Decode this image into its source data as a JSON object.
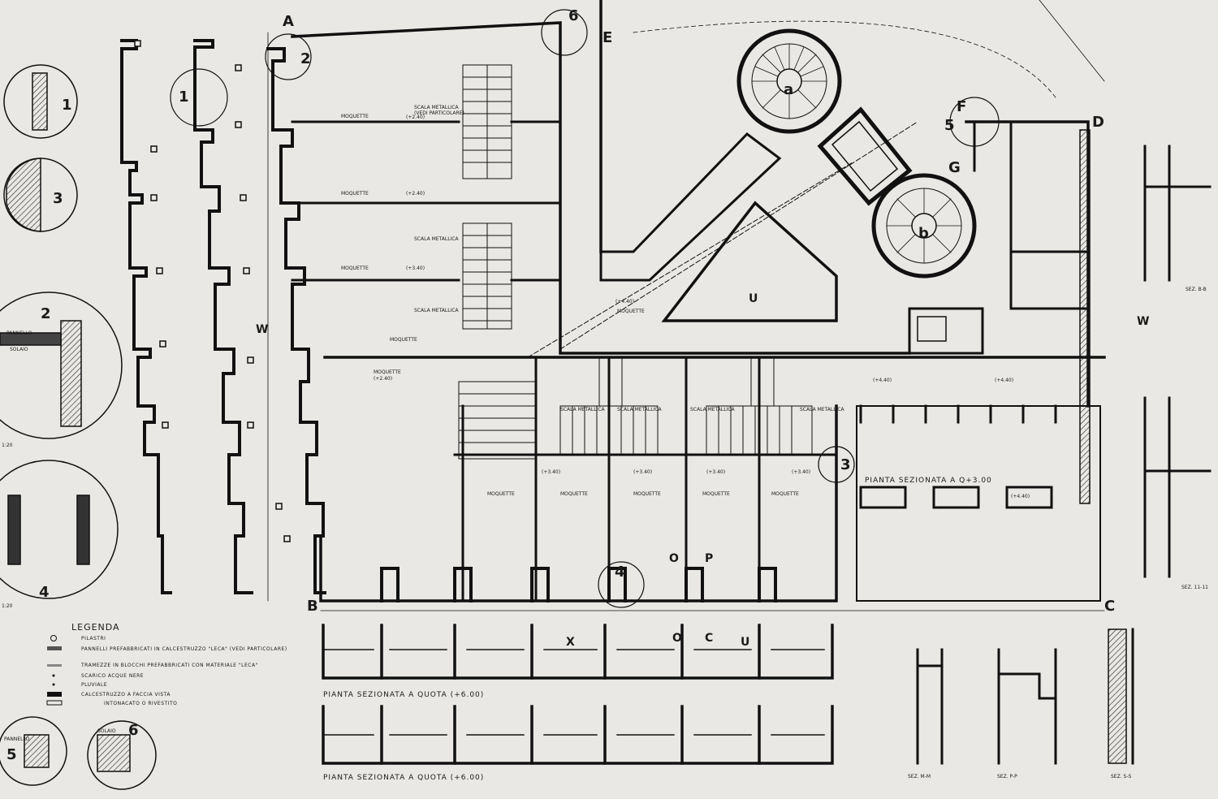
{
  "detail_labels": [
    "1",
    "2",
    "3",
    "4",
    "5",
    "6"
  ],
  "point_labels": {
    "A": "A",
    "B": "B",
    "C": "C",
    "D": "D",
    "E": "E",
    "F": "F",
    "G": "G"
  },
  "towers": {
    "a": "a",
    "b": "b"
  },
  "section_markers": {
    "W": "W",
    "U": "U",
    "X": "X",
    "O": "O",
    "C": "C",
    "P": "P"
  },
  "scale_labels": [
    "1:20",
    "1:20"
  ],
  "material_labels": {
    "pannello": "PANNELLO",
    "solaio": "SOLAIO"
  },
  "rooms": {
    "moquette": "MOQUETTE",
    "scala_metallica": "SCALA METALLICA",
    "vedi_particolare": "(VEDI PARTICOLARE)",
    "level_240": "(+2.40)",
    "level_340": "(+3.40)",
    "level_440": "(+4.40)"
  },
  "plan_titles": {
    "upper": "PIANTA SEZIONATA A QUOTA (+6.00)",
    "lower": "PIANTA SEZIONATA A QUOTA (+6.00)",
    "right": "PIANTA SEZIONATA A Q+3.00"
  },
  "section_titles": {
    "sez_bb": "SEZ. B-B",
    "sez_11": "SEZ. 11-11",
    "sez_mm": "SEZ. M-M",
    "sez_pp": "SEZ. P-P",
    "sez_ss": "SEZ. S-S"
  },
  "legend": {
    "title": "LEGENDA",
    "items": [
      "PILASTRI",
      "PANNELLI PREFABBRICATI IN CALCESTRUZZO \"LECA\" (VEDI PARTICOLARE)",
      "TRAMEZZE IN BLOCCHI PREFABBRICATI CON MATERIALE \"LECA\"",
      "SCARICO ACQUE NERE",
      "PLUVIALE",
      "CALCESTRUZZO A FACCIA VISTA",
      "INTONACATO O RIVESTITO"
    ]
  }
}
